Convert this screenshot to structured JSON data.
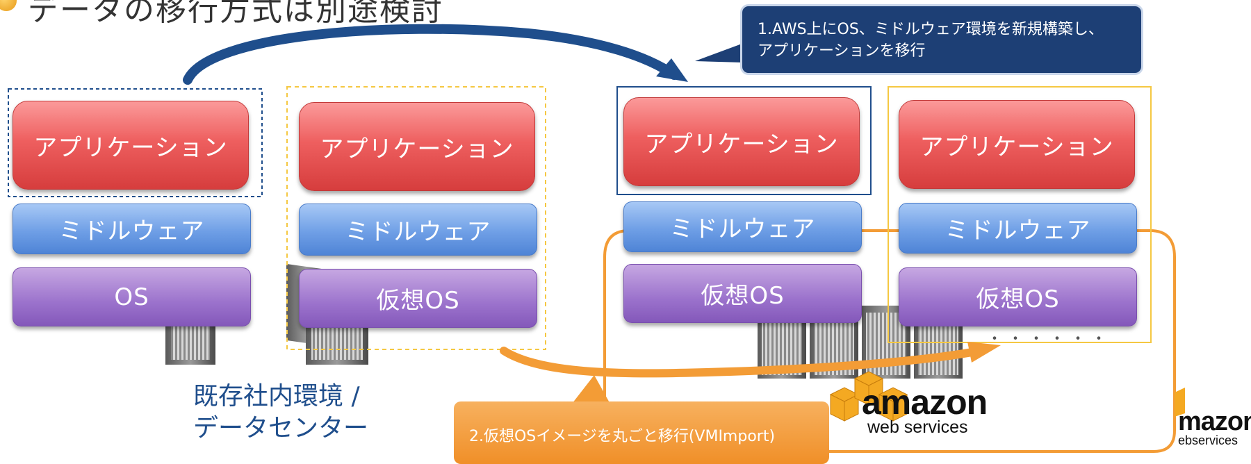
{
  "title": "データの移行方式は別途検討",
  "callout_aws_build": {
    "line1": "1.AWS上にOS、ミドルウェア環境を新規構築し、",
    "line2": "アプリケーションを移行"
  },
  "callout_vm_import": "2.仮想OSイメージを丸ごと移行(VMImport)",
  "caption": {
    "line1": "既存社内環境 /",
    "line2": "データセンター"
  },
  "dots": "・・・・・・",
  "aws_logo": {
    "word": "amazon",
    "sub": "web services"
  },
  "aws_logo_right": {
    "word": "mazon",
    "sub": "ebservices"
  },
  "stacks": [
    {
      "app": "アプリケーション",
      "middleware": "ミドルウェア",
      "os": "OS"
    },
    {
      "app": "アプリケーション",
      "middleware": "ミドルウェア",
      "os": "仮想OS"
    },
    {
      "app": "アプリケーション",
      "middleware": "ミドルウェア",
      "os": "仮想OS"
    },
    {
      "app": "アプリケーション",
      "middleware": "ミドルウェア",
      "os": "仮想OS"
    }
  ],
  "colors": {
    "application": "#e85555",
    "middleware": "#6f9fe6",
    "os": "#9b72cc",
    "callout_blue": "#1d3f75",
    "callout_orange": "#f39c36",
    "arrow_blue": "#1f4e8c",
    "arrow_orange": "#f39c36",
    "dashed_blue": "#1f4e8c",
    "dashed_yellow": "#f5c842"
  }
}
